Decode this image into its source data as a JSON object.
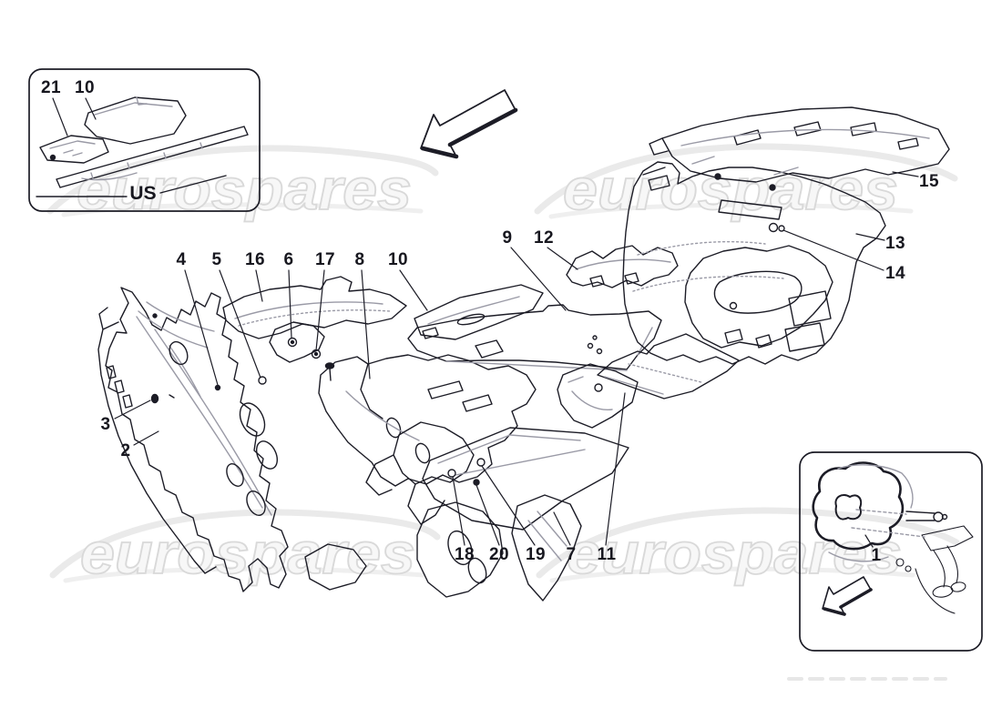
{
  "watermark": {
    "text": "eurospares"
  },
  "inset_us": {
    "caption": "US",
    "labels": {
      "p21": "21",
      "p10": "10"
    }
  },
  "inset_pedal": {
    "labels": {
      "p1": "1"
    }
  },
  "part_labels": {
    "p2": "2",
    "p3": "3",
    "p4": "4",
    "p5": "5",
    "p6": "6",
    "p7": "7",
    "p8": "8",
    "p9": "9",
    "p10": "10",
    "p11": "11",
    "p12": "12",
    "p13": "13",
    "p14": "14",
    "p15": "15",
    "p16": "16",
    "p17": "17",
    "p18": "18",
    "p19": "19",
    "p20": "20"
  },
  "colors": {
    "line": "#1c1c26",
    "shade_line": "#9a9aa6",
    "watermark_fill": "#f7f7f7",
    "watermark_outline": "#d9d9d9"
  }
}
